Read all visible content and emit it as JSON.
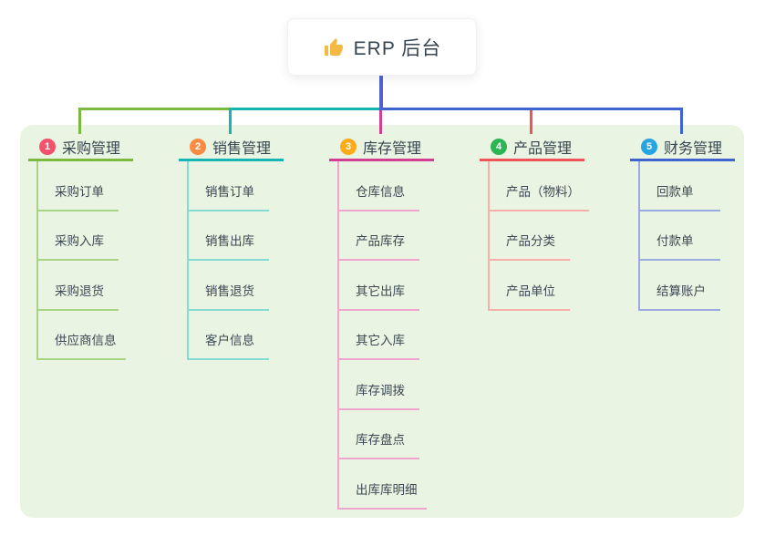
{
  "root_node": {
    "icon": "thumbs-up-icon",
    "title": "ERP 后台"
  },
  "colors": {
    "canvas": "#ffffff",
    "panel_background": "#e9f5e2",
    "root_connector": "#4f63cf",
    "node_text": "#36454f",
    "child_text": "#3c4753",
    "thumb_icon": "#f4b942"
  },
  "branches": [
    {
      "number": "1",
      "title": "采购管理",
      "badge_color": "#f4516c",
      "line_color": "#7cb93f",
      "light_line_color": "#a9d385",
      "children": [
        "采购订单",
        "采购入库",
        "采购退货",
        "供应商信息"
      ]
    },
    {
      "number": "2",
      "title": "销售管理",
      "badge_color": "#fb8a43",
      "line_color": "#14b5b3",
      "light_line_color": "#85dbd2",
      "children": [
        "销售订单",
        "销售出库",
        "销售退货",
        "客户信息"
      ]
    },
    {
      "number": "3",
      "title": "库存管理",
      "badge_color": "#fbac18",
      "line_color": "#d43e92",
      "light_line_color": "#f0a5cc",
      "children": [
        "仓库信息",
        "产品库存",
        "其它出库",
        "其它入库",
        "库存调拨",
        "库存盘点",
        "出库库明细"
      ]
    },
    {
      "number": "4",
      "title": "产品管理",
      "badge_color": "#2eb553",
      "line_color": "#f15458",
      "light_line_color": "#f8aeac",
      "children": [
        "产品（物料）",
        "产品分类",
        "产品单位"
      ]
    },
    {
      "number": "5",
      "title": "财务管理",
      "badge_color": "#27a5e2",
      "line_color": "#3f63cf",
      "light_line_color": "#9aabe4",
      "children": [
        "回款单",
        "付款单",
        "结算账户"
      ]
    }
  ]
}
